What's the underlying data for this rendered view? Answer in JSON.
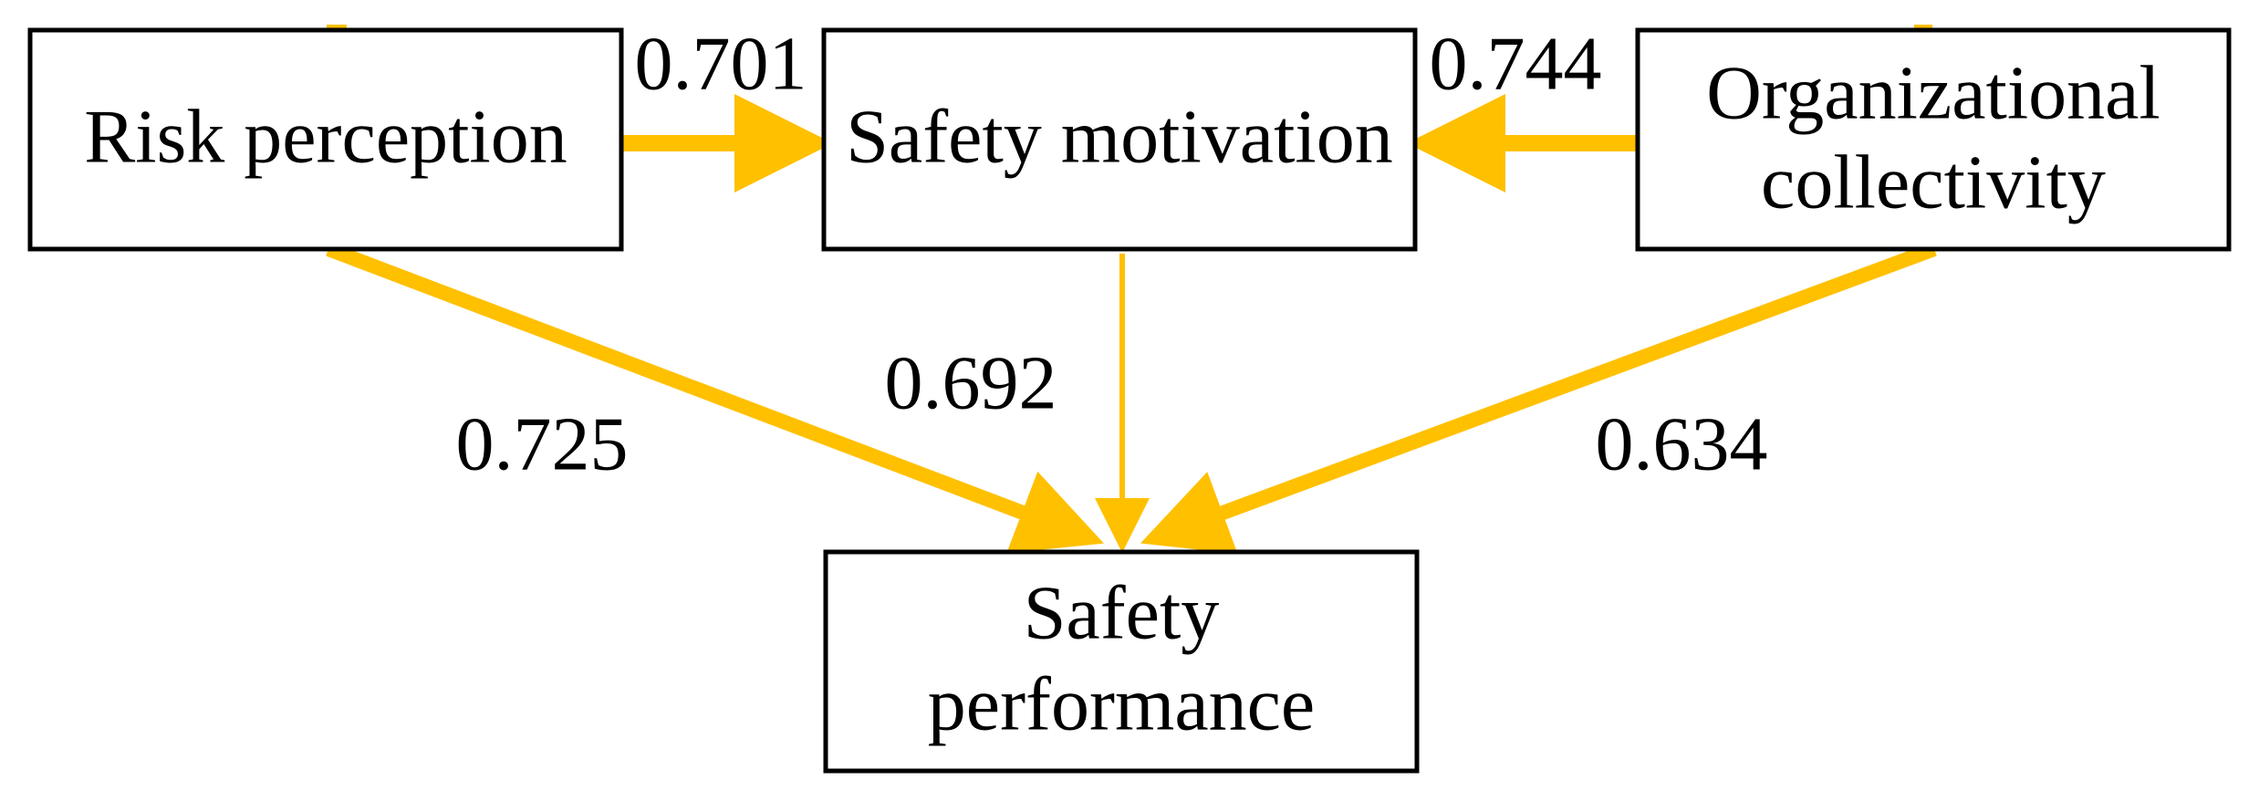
{
  "diagram": {
    "arrow_color": "#FFC000",
    "nodes": {
      "risk_perception": {
        "lines": [
          "Risk perception"
        ]
      },
      "safety_motivation": {
        "lines": [
          "Safety motivation"
        ]
      },
      "organizational_collectivity": {
        "lines": [
          "Organizational",
          "collectivity"
        ]
      },
      "safety_performance": {
        "lines": [
          "Safety",
          "performance"
        ]
      }
    },
    "paths": [
      {
        "from": "Risk perception",
        "to": "Safety motivation",
        "coefficient": "0.701"
      },
      {
        "from": "Organizational collectivity",
        "to": "Safety motivation",
        "coefficient": "0.744"
      },
      {
        "from": "Safety motivation",
        "to": "Safety performance",
        "coefficient": "0.692"
      },
      {
        "from": "Risk perception",
        "to": "Safety performance",
        "coefficient": "0.725"
      },
      {
        "from": "Organizational collectivity",
        "to": "Safety performance",
        "coefficient": "0.634"
      }
    ]
  }
}
